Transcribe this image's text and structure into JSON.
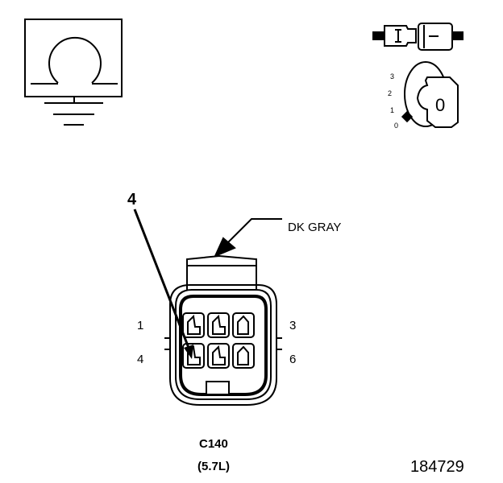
{
  "meter_icon": {
    "name": "ohmmeter-ground-icon"
  },
  "connector_icon": {
    "name": "connector-disconnected-icon"
  },
  "ignition_icon": {
    "name": "ignition-key-icon",
    "positions": [
      "3",
      "2",
      "1",
      "0"
    ],
    "key_position": "0"
  },
  "callout": {
    "label": "4",
    "color_label": "DK GRAY"
  },
  "pin_labels": {
    "top_left": "1",
    "top_right": "3",
    "bottom_left": "4",
    "bottom_right": "6"
  },
  "connector": {
    "id": "C140",
    "engine": "(5.7L)"
  },
  "figure_number": "184729"
}
